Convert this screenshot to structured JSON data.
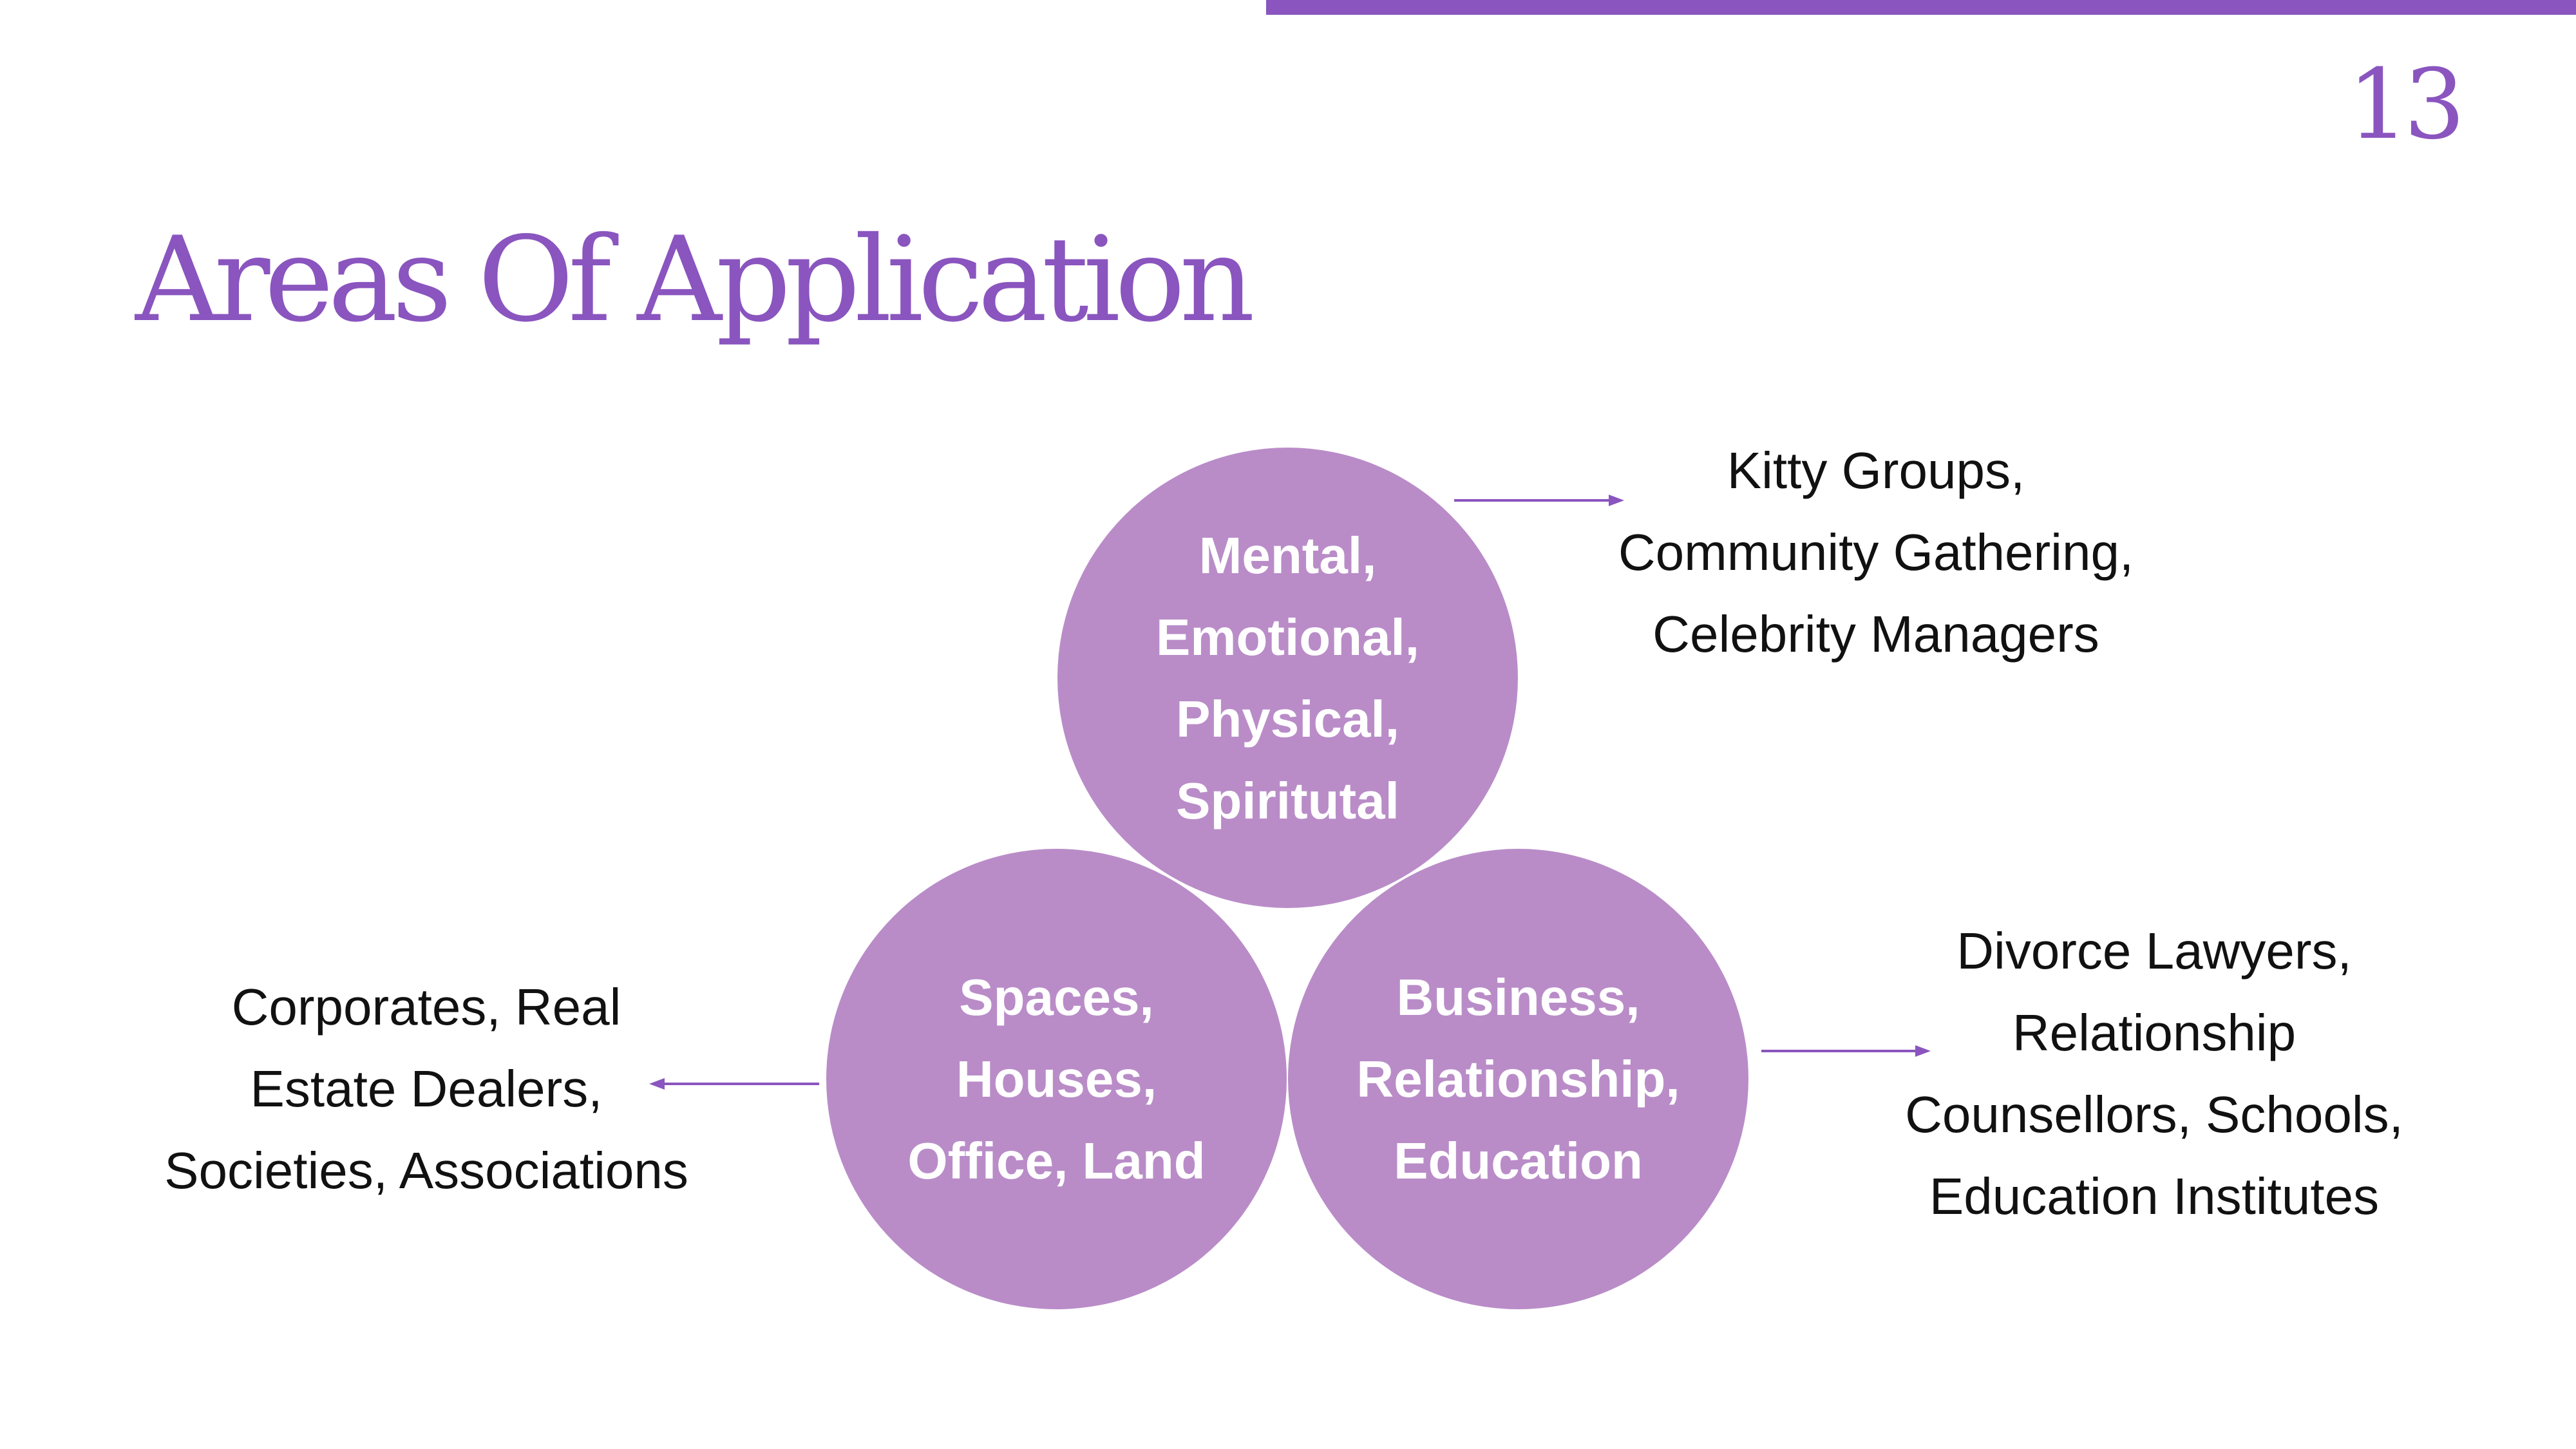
{
  "page": {
    "number": "13",
    "title": "Areas Of Application"
  },
  "colors": {
    "accent": "#8a55bf",
    "circle_fill": "#b98cc8",
    "circle_text": "#ffffff",
    "body_text": "#111111"
  },
  "diagram": {
    "circles": {
      "top": {
        "lines": [
          "Mental,",
          "Emotional,",
          "Physical,",
          "Spiritutal"
        ]
      },
      "left": {
        "lines": [
          "Spaces,",
          "Houses,",
          "Office, Land"
        ]
      },
      "right": {
        "lines": [
          "Business,",
          "Relationship,",
          "Education"
        ]
      }
    },
    "outcomes": {
      "top": {
        "lines": [
          "Kitty Groups,",
          "Community Gathering,",
          "Celebrity Managers"
        ]
      },
      "left": {
        "lines": [
          "Corporates, Real",
          "Estate Dealers,",
          "Societies, Associations"
        ]
      },
      "right": {
        "lines": [
          "Divorce Lawyers,",
          "Relationship",
          "Counsellors, Schools,",
          "Education Institutes"
        ]
      }
    }
  }
}
